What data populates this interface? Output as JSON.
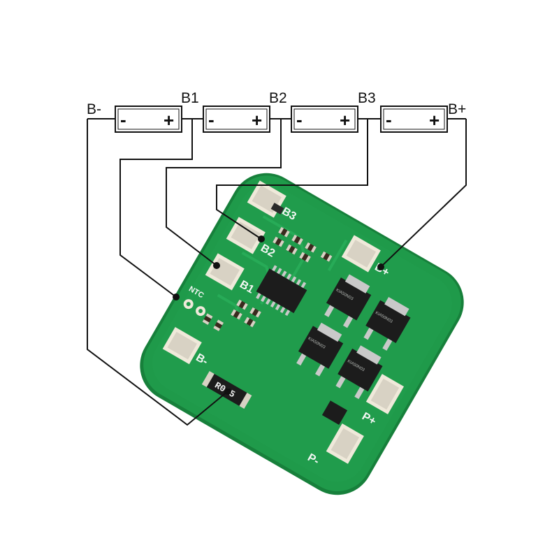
{
  "diagram": {
    "terminals": {
      "b_minus": "B-",
      "b1": "B1",
      "b2": "B2",
      "b3": "B3",
      "b_plus": "B+"
    },
    "cells": [
      {
        "neg": "-",
        "pos": "+"
      },
      {
        "neg": "-",
        "pos": "+"
      },
      {
        "neg": "-",
        "pos": "+"
      },
      {
        "neg": "-",
        "pos": "+"
      }
    ],
    "board": {
      "pad_labels": {
        "b1": "B1",
        "b2": "B2",
        "b3": "B3",
        "b_plus": "B+",
        "b_minus": "B-",
        "p_plus": "P+",
        "p_minus": "P-"
      },
      "ntc_label": "NTC",
      "resistor_marking": "R005",
      "mosfet_marking": "KIA50N03",
      "colors": {
        "pcb": "#1f9a4a",
        "pcb_edge": "#17803b",
        "pad": "#d8d2c4",
        "component": "#1c1c1c",
        "wire": "#111111"
      }
    }
  }
}
